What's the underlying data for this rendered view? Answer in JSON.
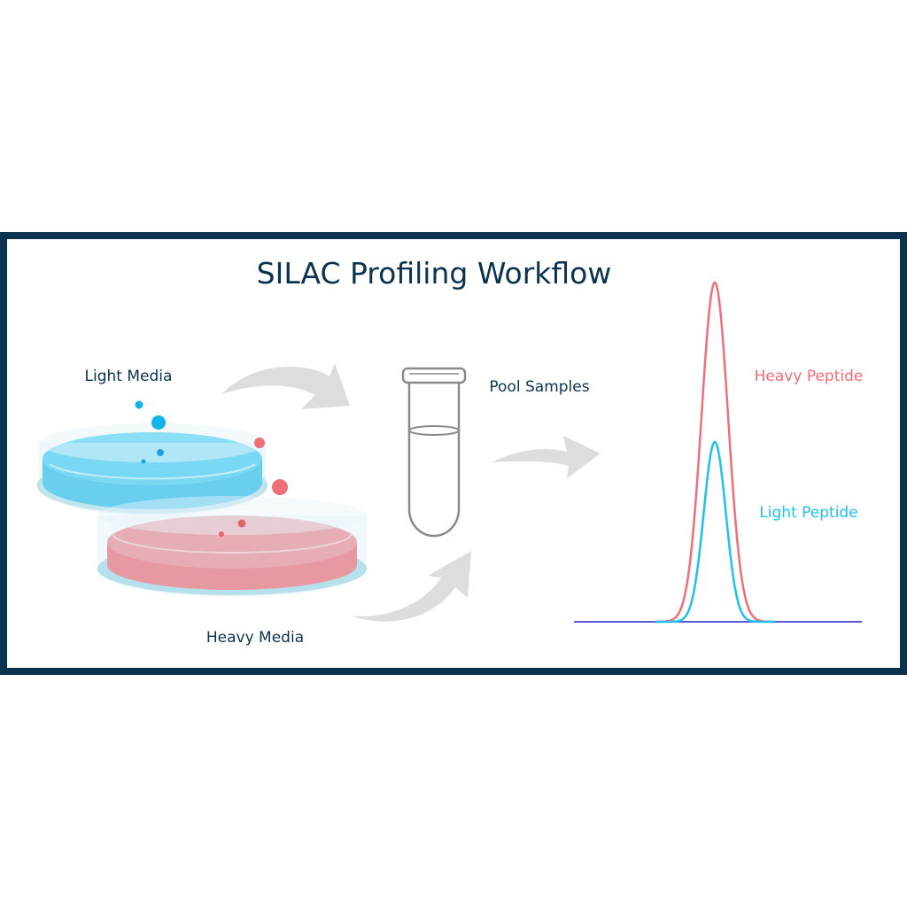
{
  "title": "SILAC Profiling Workflow",
  "labels": {
    "light_media": "Light Media",
    "heavy_media": "Heavy Media",
    "pool_samples": "Pool Samples",
    "heavy_peptide": "Heavy Peptide",
    "light_peptide": "Light Peptide"
  },
  "colors": {
    "frame": "#0b3350",
    "text": "#0b3350",
    "light": "#1ec0ee",
    "heavy": "#ee6f78",
    "arrow": "#dcdcdc",
    "baseline": "#5a5ad8"
  },
  "chart_data": {
    "type": "line",
    "series": [
      {
        "name": "Heavy Peptide",
        "relative_peak": 1.0
      },
      {
        "name": "Light Peptide",
        "relative_peak": 0.53
      }
    ]
  }
}
